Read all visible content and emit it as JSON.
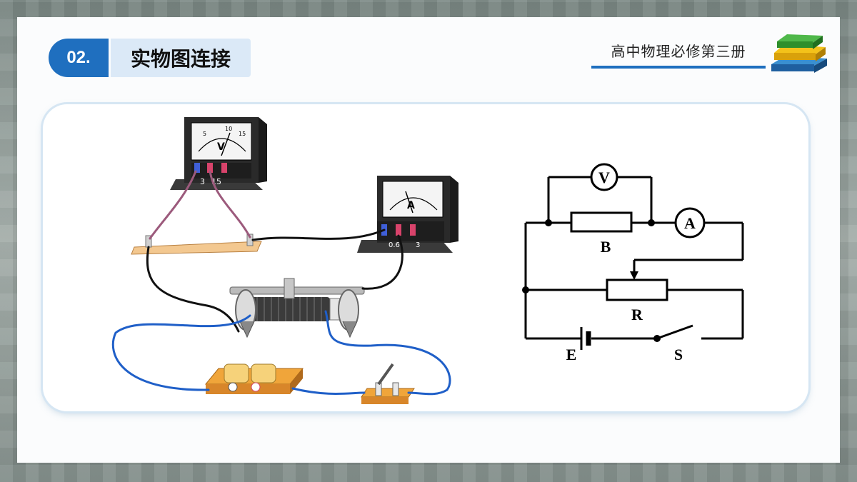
{
  "section": {
    "number": "02.",
    "title": "实物图连接"
  },
  "header": {
    "course_title": "高中物理必修第三册"
  },
  "apparatus": {
    "voltmeter": {
      "symbol": "V",
      "terminals": [
        "3",
        "15"
      ],
      "scale": [
        "5",
        "10",
        "15"
      ]
    },
    "ammeter": {
      "symbol": "A",
      "terminals": [
        "0.6",
        "3"
      ]
    }
  },
  "circuit": {
    "meter_v": "V",
    "meter_a": "A",
    "resistor_label": "B",
    "rheostat_label": "R",
    "battery_label": "E",
    "switch_label": "S"
  }
}
